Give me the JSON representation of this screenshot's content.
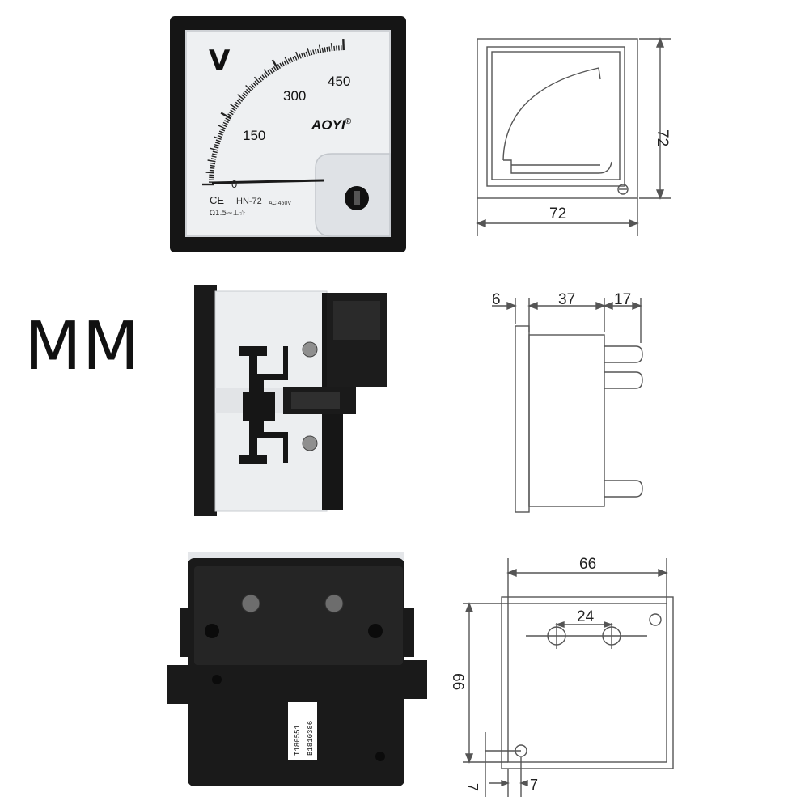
{
  "page": {
    "unit_label": "MM"
  },
  "meter_front": {
    "unit_symbol": "V",
    "scale_labels": [
      "0",
      "150",
      "300",
      "450"
    ],
    "brand": "AOYI",
    "registered_mark": "®",
    "ce_mark": "CE",
    "model": "HN-72",
    "rating": "AC 450V",
    "class_marks": "Ω1.5~⊥☆",
    "colors": {
      "bezel": "#151515",
      "dial": "#eef0f2",
      "needle": "#1a1a1a"
    }
  },
  "back_label": {
    "line1": "T180551",
    "line2": "B1810386"
  },
  "drawings": {
    "front": {
      "width": "72",
      "height": "72"
    },
    "side": {
      "bezel": "6",
      "body": "37",
      "terminals": "17"
    },
    "back": {
      "width": "66",
      "height": "66",
      "terminal_spacing": "24",
      "hole_offset_x": "7",
      "hole_offset_y": "7"
    }
  }
}
